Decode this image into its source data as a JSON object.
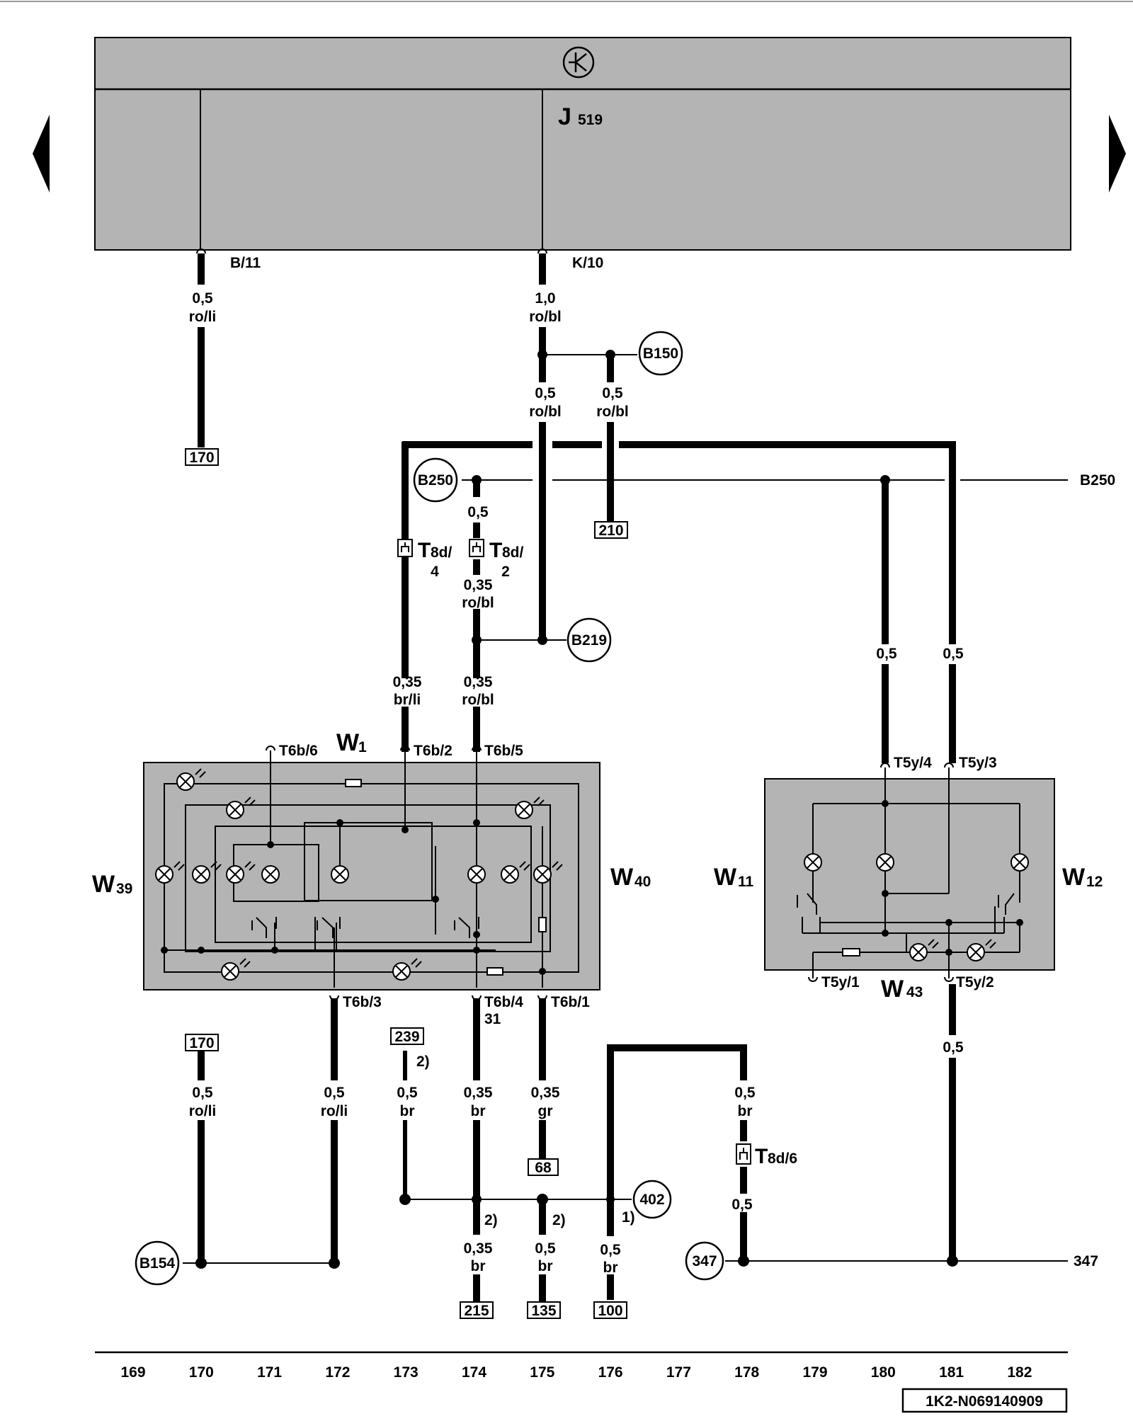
{
  "navigation": {
    "prev": "previous-page",
    "next": "next-page"
  },
  "control_unit": {
    "name": "J",
    "sub": "519",
    "pin_left": "B/11",
    "pin_right": "K/10"
  },
  "wires": {
    "w_b11_size": "0,5",
    "w_b11_color": "ro/li",
    "w_k10_size": "1,0",
    "w_k10_color": "ro/bl",
    "w_down_size": "0,5",
    "w_down_color": "ro/bl",
    "w_b150_size": "0,5",
    "w_b150_color": "ro/bl",
    "w_t8d2_size": "0,5",
    "w_t8d2_b_size": "0,35",
    "w_t8d2_b_color": "ro/bl",
    "w_173_size": "0,35",
    "w_173_color": "br/li",
    "w_174_size": "0,35",
    "w_174_color": "ro/bl",
    "w_180_size": "0,5",
    "w_181_size": "0,5",
    "w_181_low_size": "0,5",
    "w_170_low_size": "0,5",
    "w_170_low_color": "ro/li",
    "w_172_low_size": "0,5",
    "w_172_low_color": "ro/li",
    "w_173_low_size": "0,5",
    "w_173_low_color": "br",
    "w_174_low_size": "0,35",
    "w_174_low_color": "br",
    "w_175_low_size": "0,35",
    "w_175_low_color": "gr",
    "w_178_size": "0,5",
    "w_178_color": "br",
    "w_178_b_size": "0,5",
    "w_174_bot_size": "0,35",
    "w_174_bot_color": "br",
    "w_175_bot_size": "0,5",
    "w_175_bot_color": "br",
    "w_176_bot_size": "0,5",
    "w_176_bot_color": "br"
  },
  "refs": {
    "r170_top": "170",
    "r210": "210",
    "r170_low": "170",
    "r239": "239",
    "r68": "68",
    "r215": "215",
    "r135": "135",
    "r100": "100"
  },
  "nodes": {
    "b150": "B150",
    "b250": "B250",
    "b250_right": "B250",
    "b219": "B219",
    "b154": "B154",
    "n402": "402",
    "n347": "347",
    "n347_right": "347"
  },
  "connectors": {
    "t8d4_main": "T",
    "t8d4_sub": "8d/",
    "t8d4_num": "4",
    "t8d2_main": "T",
    "t8d2_sub": "8d/",
    "t8d2_num": "2",
    "t8d6_main": "T",
    "t8d6_sub": "8d/6",
    "t6b6": "T6b/6",
    "t6b2": "T6b/2",
    "t6b5": "T6b/5",
    "t6b3": "T6b/3",
    "t6b4": "T6b/4",
    "t6b4_extra": "31",
    "t6b1": "T6b/1",
    "t5y4": "T5y/4",
    "t5y3": "T5y/3",
    "t5y1": "T5y/1",
    "t5y2": "T5y/2"
  },
  "components": {
    "w1_main": "W",
    "w1_sub": "1",
    "w39_main": "W",
    "w39_sub": "39",
    "w40_main": "W",
    "w40_sub": "40",
    "w11_main": "W",
    "w11_sub": "11",
    "w12_main": "W",
    "w12_sub": "12",
    "w43_main": "W",
    "w43_sub": "43"
  },
  "footnotes": {
    "f2_a": "2)",
    "f2_b": "2)",
    "f2_c": "2)",
    "f1": "1)"
  },
  "scale": [
    "169",
    "170",
    "171",
    "172",
    "173",
    "174",
    "175",
    "176",
    "177",
    "178",
    "179",
    "180",
    "181",
    "182"
  ],
  "doc_id": "1K2-N069140909",
  "colors": {
    "module_fill": "#b4b4b4",
    "line": "#000000",
    "background": "#ffffff"
  }
}
